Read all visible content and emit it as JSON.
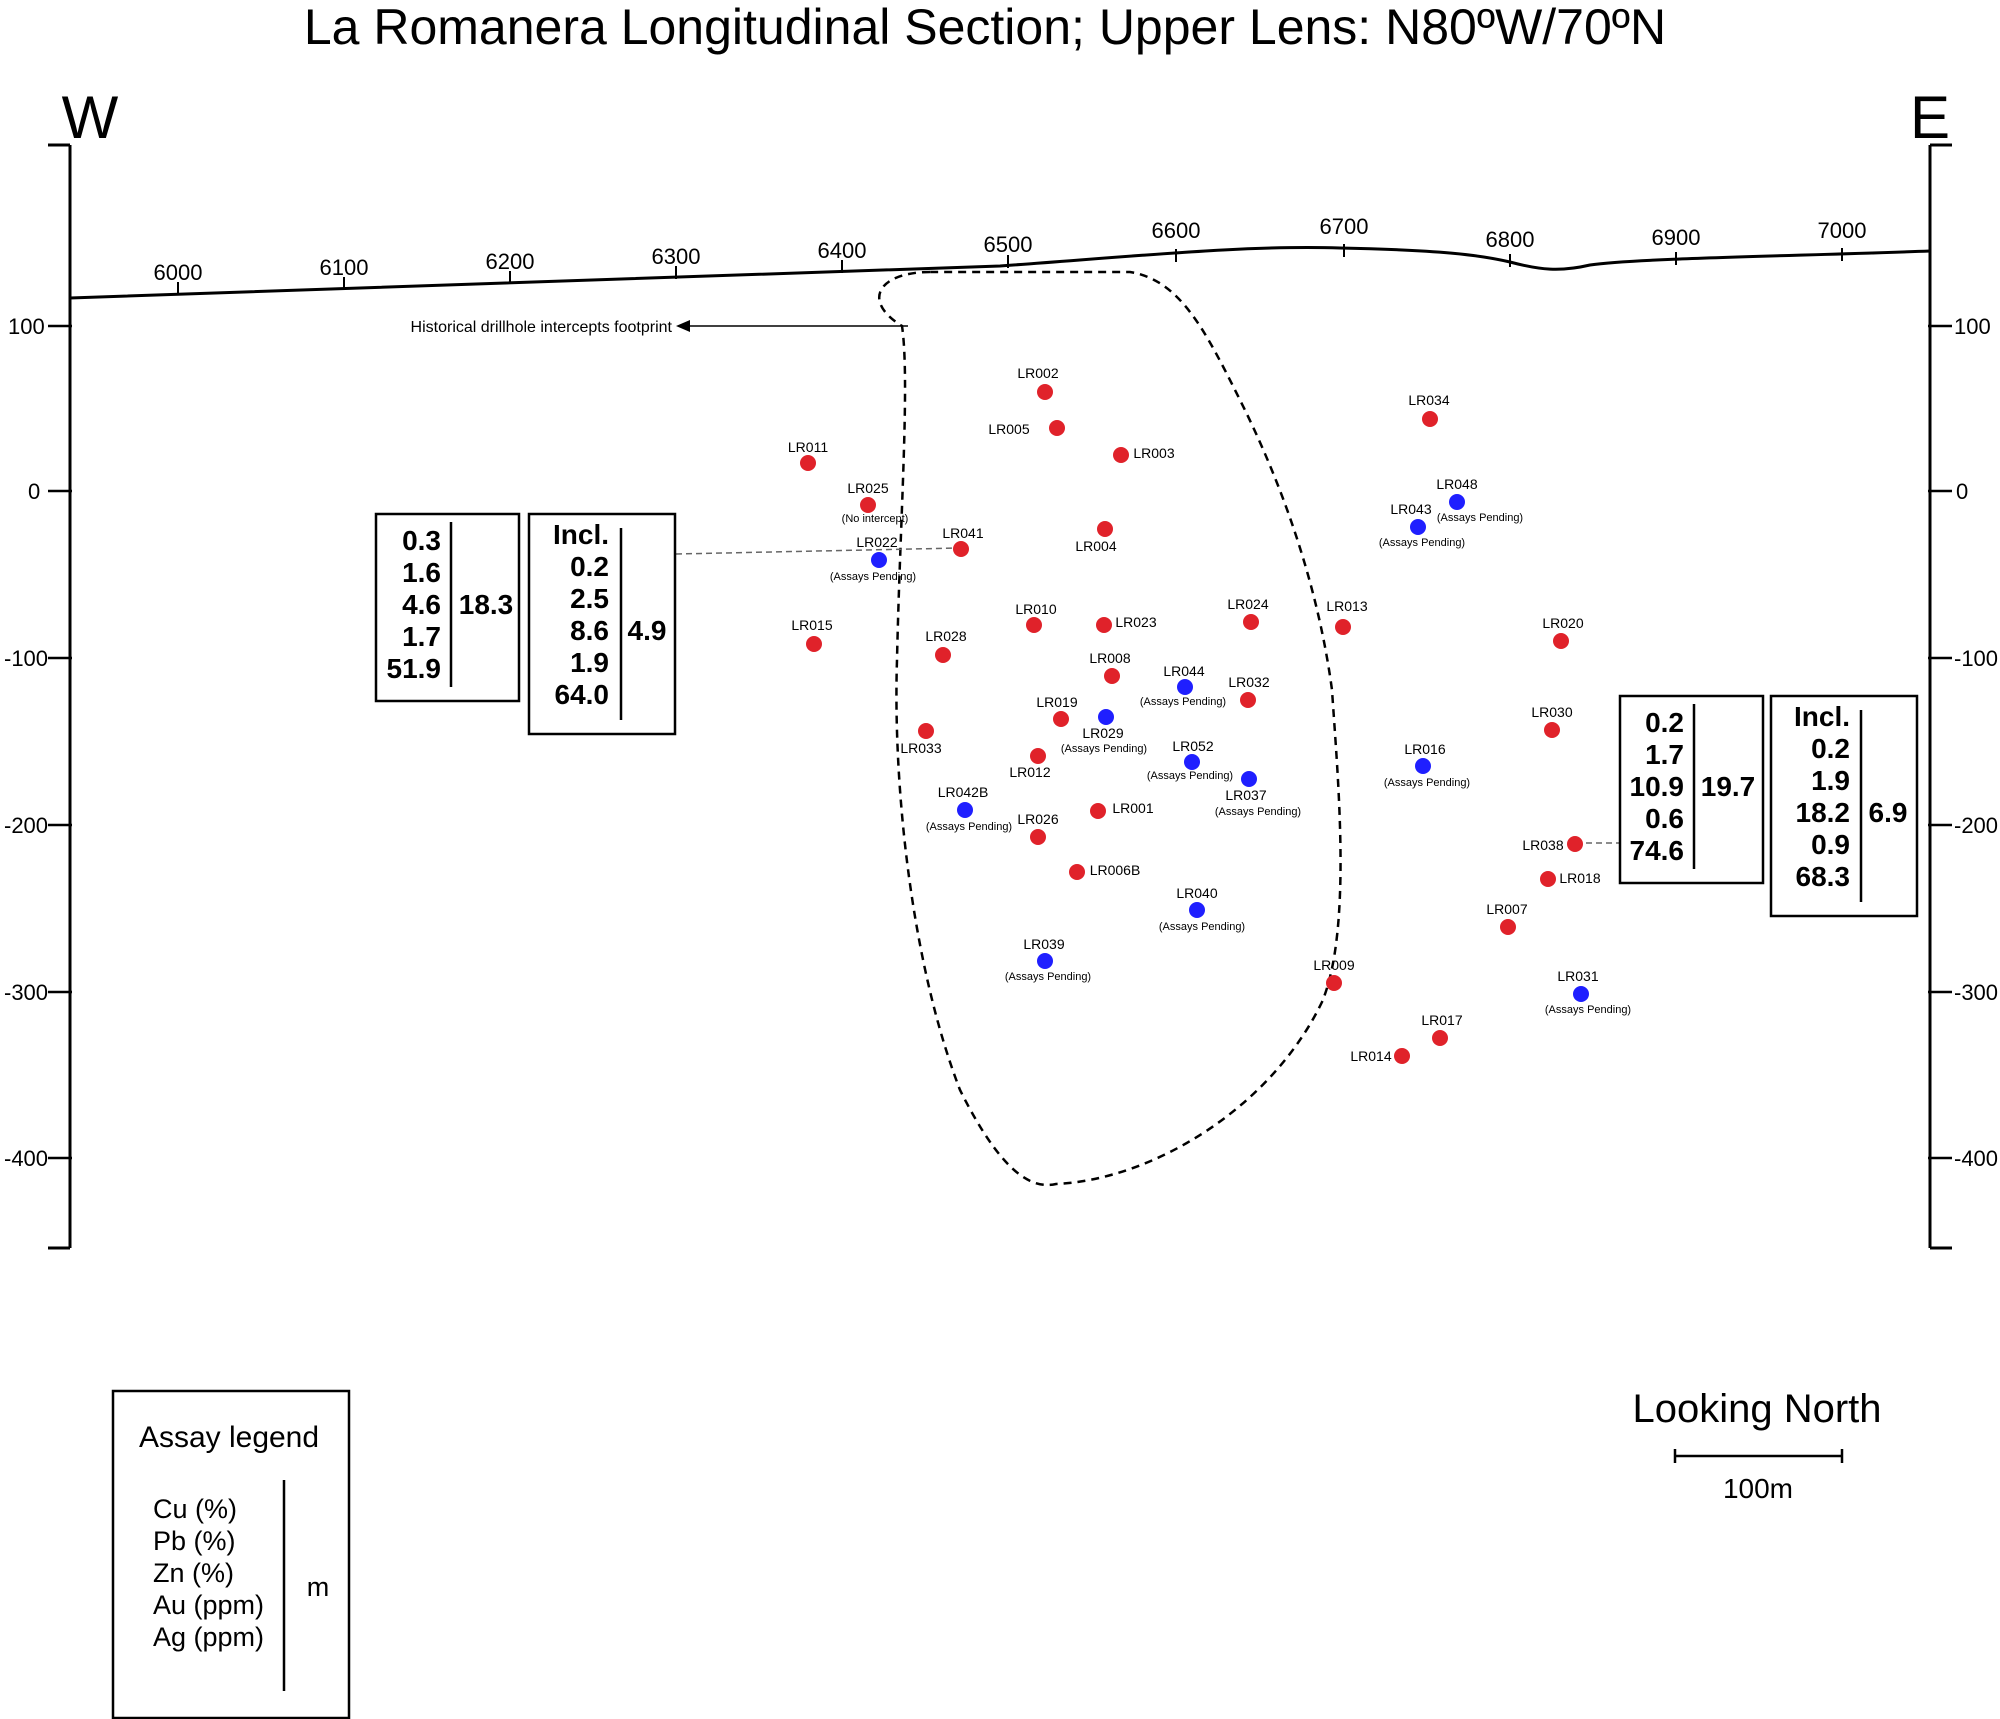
{
  "title": "La Romanera Longitudinal Section; Upper Lens: N80ºW/70ºN",
  "west_label": "W",
  "east_label": "E",
  "easting_ticks": [
    "6000",
    "6100",
    "6200",
    "6300",
    "6400",
    "6500",
    "6600",
    "6700",
    "6800",
    "6900",
    "7000"
  ],
  "elevation_ticks": [
    "100",
    "0",
    "-100",
    "-200",
    "-300",
    "-400"
  ],
  "footprint_label": "Historical drillhole intercepts footprint",
  "colors": {
    "assayed": "#e0222a",
    "pending": "#1f1fff"
  },
  "drillholes": [
    {
      "id": "LR002",
      "note": "",
      "status": "assayed"
    },
    {
      "id": "LR005",
      "note": "",
      "status": "assayed"
    },
    {
      "id": "LR003",
      "note": "",
      "status": "assayed"
    },
    {
      "id": "LR034",
      "note": "",
      "status": "assayed"
    },
    {
      "id": "LR011",
      "note": "",
      "status": "assayed"
    },
    {
      "id": "LR025",
      "note": "(No intercept)",
      "status": "assayed"
    },
    {
      "id": "LR048",
      "note": "(Assays Pending)",
      "status": "pending"
    },
    {
      "id": "LR043",
      "note": "(Assays Pending)",
      "status": "pending"
    },
    {
      "id": "LR004",
      "note": "",
      "status": "assayed"
    },
    {
      "id": "LR041",
      "note": "",
      "status": "assayed"
    },
    {
      "id": "LR022",
      "note": "(Assays Pending)",
      "status": "pending"
    },
    {
      "id": "LR010",
      "note": "",
      "status": "assayed"
    },
    {
      "id": "LR023",
      "note": "",
      "status": "assayed"
    },
    {
      "id": "LR024",
      "note": "",
      "status": "assayed"
    },
    {
      "id": "LR013",
      "note": "",
      "status": "assayed"
    },
    {
      "id": "LR015",
      "note": "",
      "status": "assayed"
    },
    {
      "id": "LR028",
      "note": "",
      "status": "assayed"
    },
    {
      "id": "LR020",
      "note": "",
      "status": "assayed"
    },
    {
      "id": "LR008",
      "note": "",
      "status": "assayed"
    },
    {
      "id": "LR044",
      "note": "(Assays Pending)",
      "status": "pending"
    },
    {
      "id": "LR032",
      "note": "",
      "status": "assayed"
    },
    {
      "id": "LR019",
      "note": "",
      "status": "assayed"
    },
    {
      "id": "LR029",
      "note": "(Assays Pending)",
      "status": "pending"
    },
    {
      "id": "LR030",
      "note": "",
      "status": "assayed"
    },
    {
      "id": "LR033",
      "note": "",
      "status": "assayed"
    },
    {
      "id": "LR012",
      "note": "",
      "status": "assayed"
    },
    {
      "id": "LR052",
      "note": "(Assays Pending)",
      "status": "pending"
    },
    {
      "id": "LR016",
      "note": "(Assays Pending)",
      "status": "pending"
    },
    {
      "id": "LR037",
      "note": "(Assays Pending)",
      "status": "pending"
    },
    {
      "id": "LR042B",
      "note": "(Assays Pending)",
      "status": "pending"
    },
    {
      "id": "LR001",
      "note": "",
      "status": "assayed"
    },
    {
      "id": "LR026",
      "note": "",
      "status": "assayed"
    },
    {
      "id": "LR038",
      "note": "",
      "status": "assayed"
    },
    {
      "id": "LR006B",
      "note": "",
      "status": "assayed"
    },
    {
      "id": "LR018",
      "note": "",
      "status": "assayed"
    },
    {
      "id": "LR040",
      "note": "(Assays Pending)",
      "status": "pending"
    },
    {
      "id": "LR007",
      "note": "",
      "status": "assayed"
    },
    {
      "id": "LR039",
      "note": "(Assays Pending)",
      "status": "pending"
    },
    {
      "id": "LR009",
      "note": "",
      "status": "assayed"
    },
    {
      "id": "LR031",
      "note": "(Assays Pending)",
      "status": "pending"
    },
    {
      "id": "LR017",
      "note": "",
      "status": "assayed"
    },
    {
      "id": "LR014",
      "note": "",
      "status": "assayed"
    }
  ],
  "assay_boxes": [
    {
      "values": [
        "0.3",
        "1.6",
        "4.6",
        "1.7",
        "51.9"
      ],
      "length": "18.3",
      "heading": ""
    },
    {
      "values": [
        "0.2",
        "2.5",
        "8.6",
        "1.9",
        "64.0"
      ],
      "length": "4.9",
      "heading": "Incl."
    },
    {
      "values": [
        "0.2",
        "1.7",
        "10.9",
        "0.6",
        "74.6"
      ],
      "length": "19.7",
      "heading": ""
    },
    {
      "values": [
        "0.2",
        "1.9",
        "18.2",
        "0.9",
        "68.3"
      ],
      "length": "6.9",
      "heading": "Incl."
    }
  ],
  "legend": {
    "title": "Assay legend",
    "items": [
      "Cu (%)",
      "Pb (%)",
      "Zn (%)",
      "Au (ppm)",
      "Ag (ppm)"
    ],
    "unit": "m"
  },
  "view_label": "Looking North",
  "scale_label": "100m"
}
